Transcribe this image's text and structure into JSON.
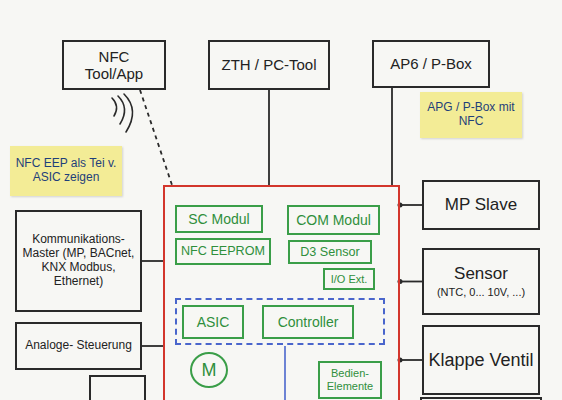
{
  "diagram": {
    "nodes": [
      {
        "text": [
          "NFC Tool/App"
        ]
      },
      {
        "text": [
          "ZTH / PC-Tool"
        ]
      },
      {
        "text": [
          "AP6 / P-Box"
        ]
      },
      {
        "text": [
          "APG / P-Box mit NFC"
        ]
      },
      {
        "text": [
          "NFC EEP als Tei v. ASIC zeigen"
        ]
      },
      {
        "text": []
      },
      {
        "text": [
          "SC Modul"
        ],
        "in": 5
      },
      {
        "text": [
          "COM Modul"
        ],
        "in": 5
      },
      {
        "text": [
          "NFC EEPROM"
        ],
        "in": 5
      },
      {
        "text": [
          "D3 Sensor"
        ],
        "in": 5
      },
      {
        "text": [
          "I/O Ext."
        ],
        "in": 5
      },
      {
        "text": [],
        "in": 5
      },
      {
        "text": [
          "ASIC"
        ],
        "in": 11
      },
      {
        "text": [
          "Controller"
        ],
        "in": 11
      },
      {
        "text": [
          "M"
        ],
        "in": 5
      },
      {
        "text": [
          "Bedien- Elemente"
        ],
        "in": 5
      },
      {
        "text": [
          "Kommunikations- Master (MP, BACnet, KNX Modbus, Ethernet)"
        ]
      },
      {
        "text": [
          "Analoge- Steuerung"
        ]
      },
      {
        "text": [
          "MP Slave"
        ]
      },
      {
        "text": [
          "Sensor",
          "(NTC, 0... 10V, ...)"
        ]
      },
      {
        "text": [
          "Klappe Ventil"
        ]
      }
    ],
    "edges": [
      {
        "from": 1,
        "to": 5,
        "arrow": "none"
      },
      {
        "from": 2,
        "to": 5,
        "arrow": "none"
      },
      {
        "from": 0,
        "to": 5,
        "arrow": "none"
      },
      {
        "from": 16,
        "to": 5,
        "arrow": "none"
      },
      {
        "from": 17,
        "to": 5,
        "arrow": "none"
      },
      {
        "from": 5,
        "to": 18,
        "arrow": "none"
      },
      {
        "from": 5,
        "to": 19,
        "arrow": "none"
      },
      {
        "from": 5,
        "to": 20,
        "arrow": "none"
      }
    ]
  }
}
